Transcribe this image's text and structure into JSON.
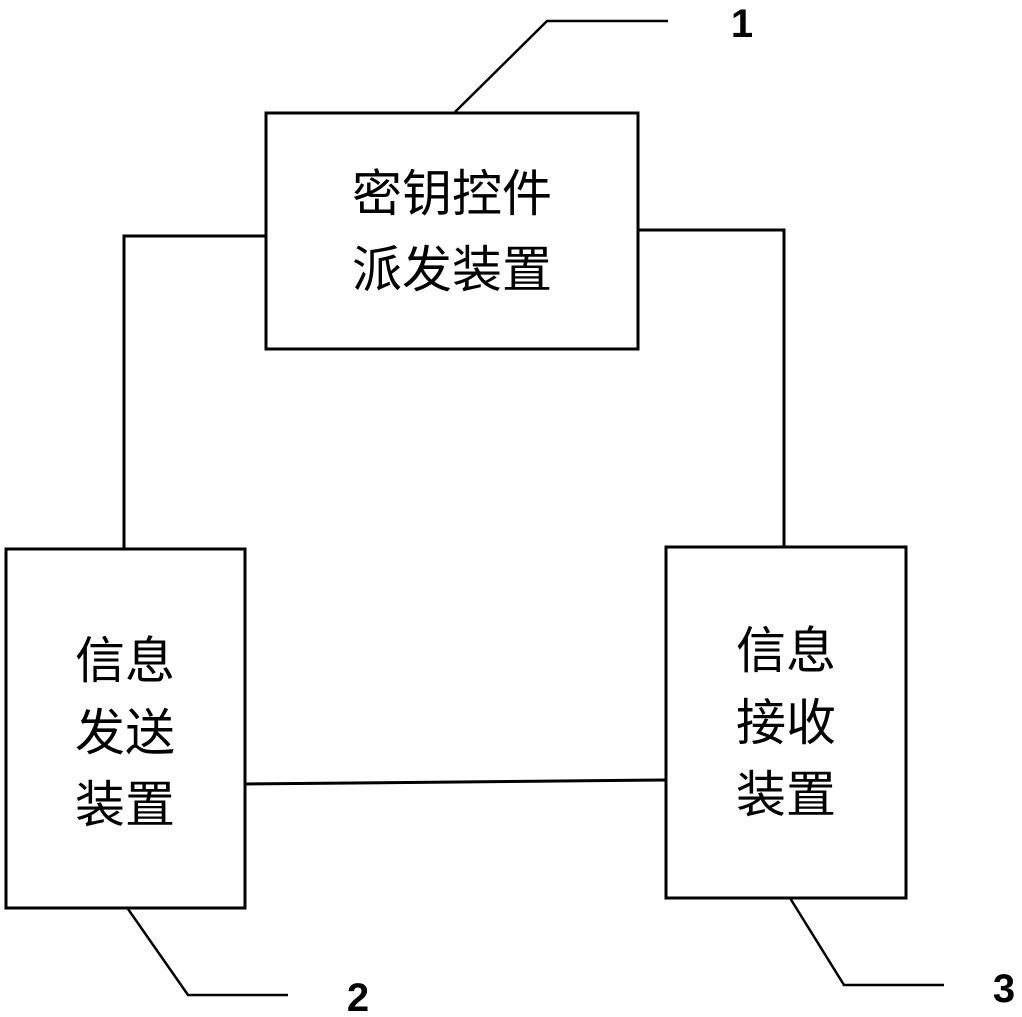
{
  "diagram": {
    "key_dispatch": {
      "ref": "1",
      "lines": [
        "密钥控件",
        "派发装置"
      ]
    },
    "sender": {
      "ref": "2",
      "lines": [
        "信息",
        "发送",
        "装置"
      ]
    },
    "receiver": {
      "ref": "3",
      "lines": [
        "信息",
        "接收",
        "装置"
      ]
    }
  }
}
